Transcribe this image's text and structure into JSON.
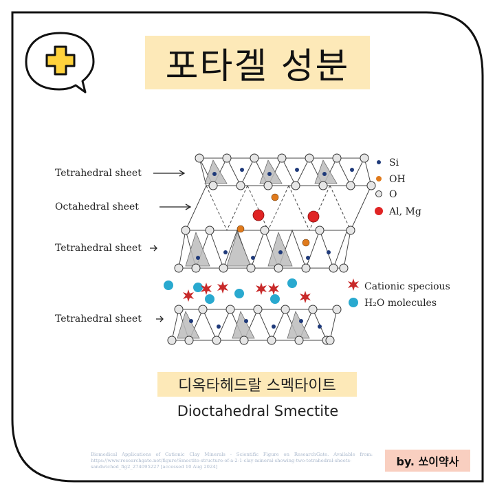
{
  "title": "포타겔 성분",
  "badge_icon": "plus-speech-bubble-icon",
  "colors": {
    "highlight": "#fde9b8",
    "byline_bg": "#f9cfc0",
    "plus_fill": "#ffd23c",
    "si": "#1f3a7a",
    "oh": "#e07a1c",
    "o": "#e6e6e6",
    "al_mg": "#e02424",
    "cation": "#c82a2a",
    "water": "#29a9cf"
  },
  "diagram": {
    "sheet_labels": [
      "Tetrahedral sheet",
      "Octahedral sheet",
      "Tetrahedral sheet",
      "Tetrahedral sheet"
    ],
    "legend": [
      {
        "label": "Si",
        "kind": "si"
      },
      {
        "label": "OH",
        "kind": "oh"
      },
      {
        "label": "O",
        "kind": "o"
      },
      {
        "label": "Al, Mg",
        "kind": "al"
      }
    ],
    "legend2": [
      {
        "label": "Cationic specious",
        "kind": "cation"
      },
      {
        "label": "H₂O molecules",
        "kind": "water"
      }
    ]
  },
  "subtitle_ko": "디옥타헤드랄 스멕타이트",
  "subtitle_en": "Dioctahedral Smectite",
  "citation": "Biomedical Applications of Cationic Clay Minerals - Scientific Figure on ResearchGate. Available from: https://www.researchgate.net/figure/Smectite-structure-of-a-2-1-clay-mineral-showing-two-tetrahedral-sheets-sandwiched_fig2_274095227 [accessed 10 Aug 2024]",
  "byline": "by. 쏘이약사"
}
